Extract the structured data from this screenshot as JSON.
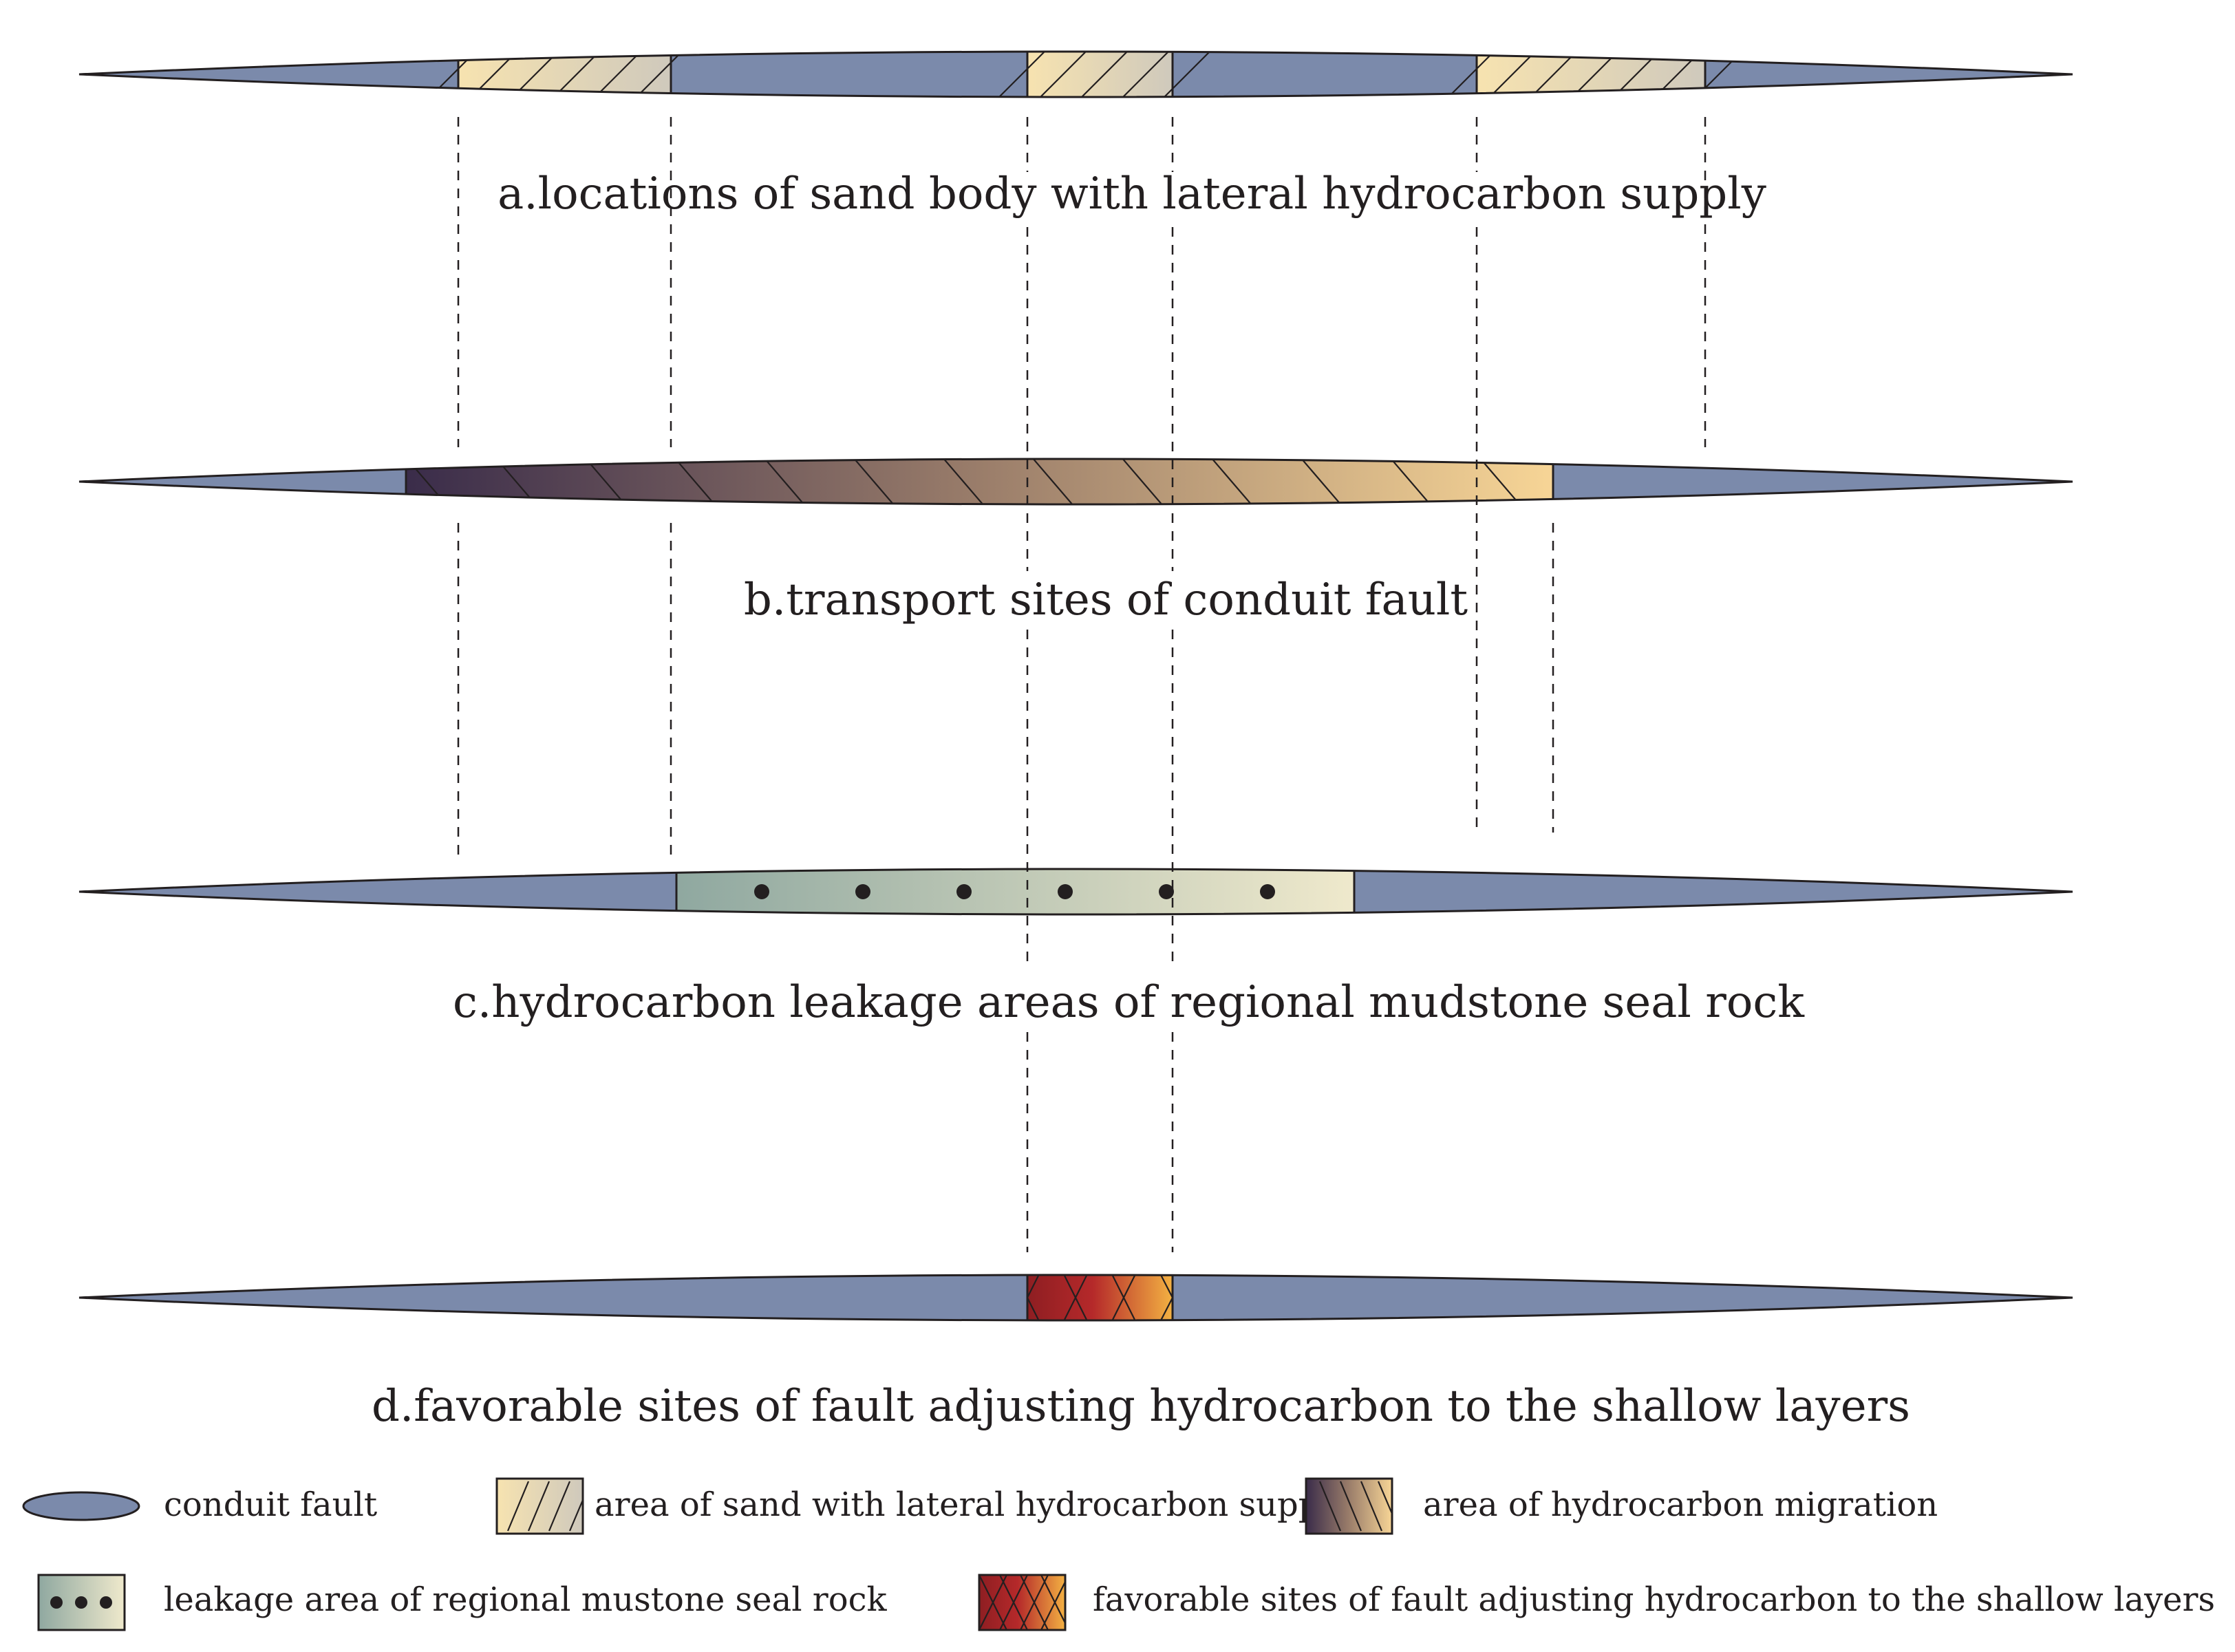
{
  "colors": {
    "fault_fill": "#7b8aab",
    "outline": "#231f20",
    "sand_gradient": [
      "#f7e3b0",
      "#cfc9bc"
    ],
    "migration_gradient": [
      "#3a2c4a",
      "#f7d596"
    ],
    "leakage_gradient": [
      "#8fa8a0",
      "#efe9cc"
    ],
    "favorable_gradient": [
      "#8e1e22",
      "#f3b142"
    ]
  },
  "panels": [
    {
      "id": "a",
      "caption": "a.locations of sand body with lateral hydrocarbon supply"
    },
    {
      "id": "b",
      "caption": "b.transport sites of conduit fault"
    },
    {
      "id": "c",
      "caption": "c.hydrocarbon leakage areas of regional mudstone seal rock"
    },
    {
      "id": "d",
      "caption": "d.favorable sites of fault adjusting hydrocarbon to the shallow layers"
    }
  ],
  "legend": [
    {
      "key": "conduit_fault",
      "label": "conduit fault",
      "icon": "ellipse-icon"
    },
    {
      "key": "sand_supply",
      "label": "area of sand with lateral hydrocarbon supply",
      "icon": "diagonal-hatch-icon"
    },
    {
      "key": "migration",
      "label": "area of hydrocarbon migration",
      "icon": "gradient-hatch-icon"
    },
    {
      "key": "leakage",
      "label": "leakage area of regional mustone seal rock",
      "icon": "dots-icon"
    },
    {
      "key": "favorable",
      "label": "favorable sites of fault adjusting hydrocarbon to the shallow layers",
      "icon": "crosshatch-icon"
    }
  ]
}
